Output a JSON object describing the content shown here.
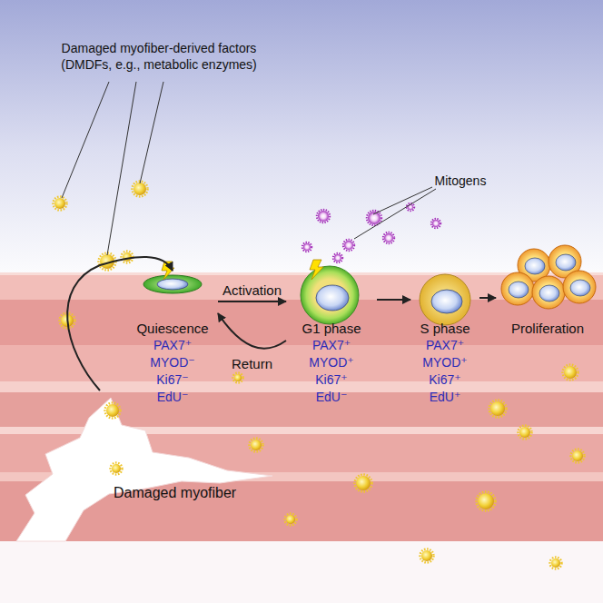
{
  "diagram": {
    "nodes": [
      {
        "text": [
          "Quiescence",
          "PAX7⁺",
          "MYOD⁻",
          "Ki67⁻",
          "EdU⁻"
        ]
      },
      {
        "text": [
          "G1 phase",
          "PAX7⁺",
          "MYOD⁺",
          "Ki67⁺",
          "EdU⁻"
        ]
      },
      {
        "text": [
          "S phase",
          "PAX7⁺",
          "MYOD⁺",
          "Ki67⁺",
          "EdU⁺"
        ]
      },
      {
        "text": [
          "Proliferation"
        ]
      },
      {
        "text": [
          "Damaged myofiber"
        ]
      }
    ],
    "edges": [
      {
        "from": 4,
        "to": 0,
        "arrow": "to"
      },
      {
        "from": 0,
        "to": 1,
        "label": "Activation",
        "arrow": "to"
      },
      {
        "from": 1,
        "to": 0,
        "label": "Return",
        "arrow": "to"
      },
      {
        "from": 1,
        "to": 2,
        "arrow": "to"
      },
      {
        "from": 2,
        "to": 3,
        "arrow": "to"
      }
    ],
    "labels": [
      "Damaged myofiber-derived factors (DMDFs, e.g., metabolic enzymes)",
      "Mitogens"
    ]
  }
}
